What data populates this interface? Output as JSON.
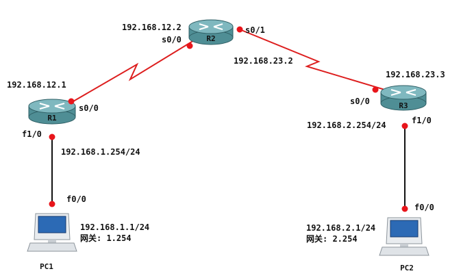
{
  "colors": {
    "serial_link": "#dd1e1e",
    "ethernet_link": "#111111",
    "port_dot": "#e8151b",
    "router_body": "#4f8e95",
    "router_top": "#7fb8bf",
    "pc_screen": "#2c6ab5"
  },
  "devices": {
    "r1": {
      "name": "R1",
      "icon": "router-icon"
    },
    "r2": {
      "name": "R2",
      "icon": "router-icon"
    },
    "r3": {
      "name": "R3",
      "icon": "router-icon"
    },
    "pc1": {
      "name": "PC1",
      "icon": "pc-icon",
      "ip": "192.168.1.1/24",
      "gateway": "网关: 1.254"
    },
    "pc2": {
      "name": "PC2",
      "icon": "pc-icon",
      "ip": "192.168.2.1/24",
      "gateway": "网关: 2.254"
    }
  },
  "interfaces": {
    "r1_s00": {
      "port": "s0/0",
      "ip": "192.168.12.1"
    },
    "r1_f10": {
      "port": "f1/0",
      "ip": "192.168.1.254/24"
    },
    "r2_s00": {
      "port": "s0/0",
      "ip": "192.168.12.2"
    },
    "r2_s01": {
      "port": "s0/1",
      "ip": "192.168.23.2"
    },
    "r3_s00": {
      "port": "s0/0",
      "ip": "192.168.23.3"
    },
    "r3_f10": {
      "port": "f1/0",
      "ip": "192.168.2.254/24"
    },
    "pc1_f00": {
      "port": "f0/0"
    },
    "pc2_f00": {
      "port": "f0/0"
    }
  }
}
